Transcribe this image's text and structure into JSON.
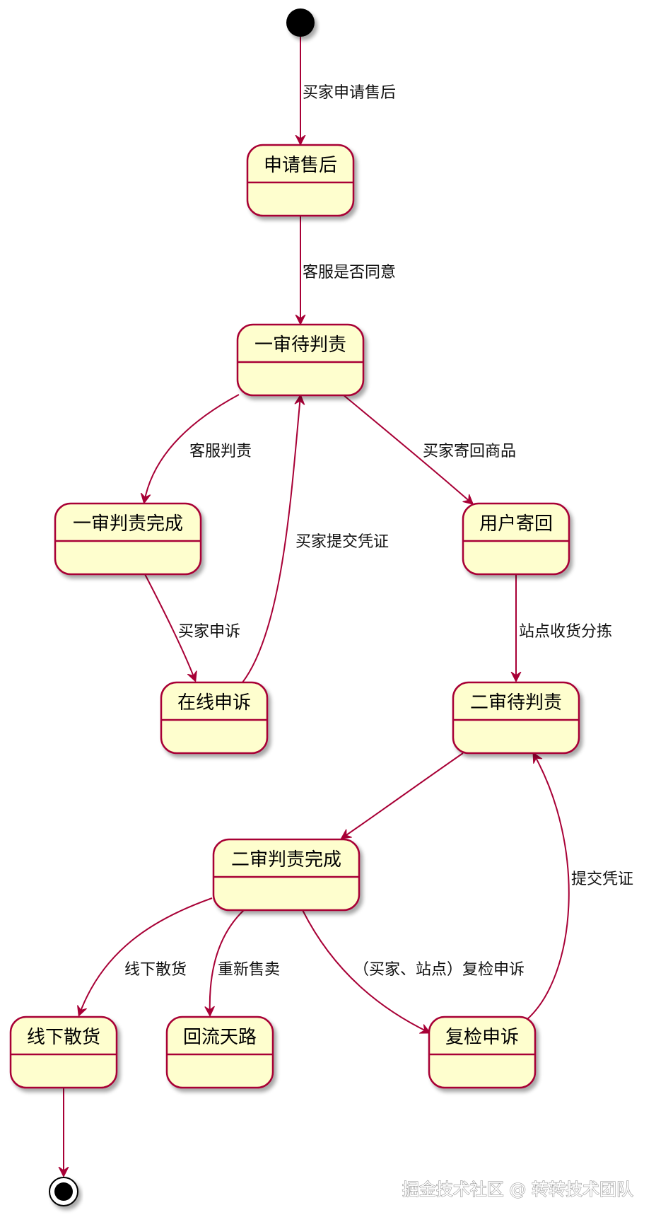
{
  "states": {
    "apply": "申请售后",
    "first_pending": "一审待判责",
    "first_done": "一审判责完成",
    "online_appeal": "在线申诉",
    "user_return": "用户寄回",
    "second_pending": "二审待判责",
    "second_done": "二审判责完成",
    "offline_sale": "线下散货",
    "return_path": "回流天路",
    "recheck_appeal": "复检申诉"
  },
  "transitions": {
    "start_to_apply": "买家申请售后",
    "apply_to_first": "客服是否同意",
    "first_to_first_done": "客服判责",
    "first_done_to_online": "买家申诉",
    "online_to_first": "买家提交凭证",
    "first_to_user_return": "买家寄回商品",
    "user_return_to_second": "站点收货分拣",
    "second_done_to_offline": "线下散货",
    "second_done_to_return": "重新售卖",
    "second_done_to_recheck": "（买家、站点）复检申诉",
    "recheck_to_second": "提交凭证"
  },
  "watermark": "掘金技术社区 @ 转转技术团队",
  "colors": {
    "state_fill": "#FEFECE",
    "state_border": "#A80036",
    "arrow": "#A80036",
    "node_black": "#000000"
  }
}
